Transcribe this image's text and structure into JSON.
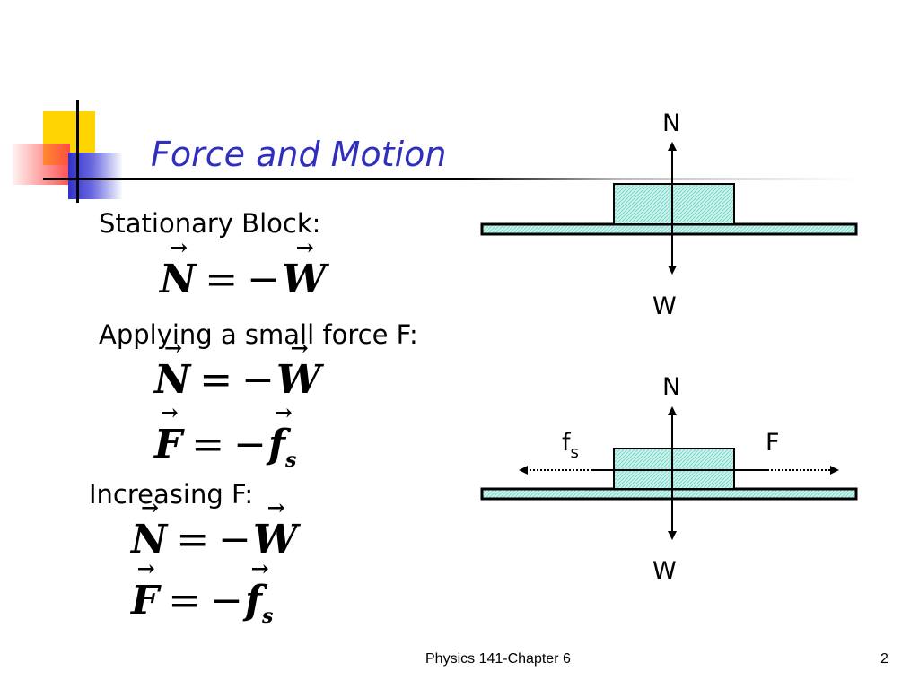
{
  "slide": {
    "title": "Force and Motion",
    "sections": [
      {
        "heading": "Stationary Block:",
        "equations": [
          {
            "lhs": "N",
            "op": "=",
            "neg": "−",
            "rhs": "W",
            "rhs_sub": ""
          }
        ]
      },
      {
        "heading": "Applying a small force F:",
        "equations": [
          {
            "lhs": "N",
            "op": "=",
            "neg": "−",
            "rhs": "W",
            "rhs_sub": ""
          },
          {
            "lhs": "F",
            "op": "=",
            "neg": "−",
            "rhs": "f",
            "rhs_sub": "s"
          }
        ]
      },
      {
        "heading": "Increasing F:",
        "equations": [
          {
            "lhs": "N",
            "op": "=",
            "neg": "−",
            "rhs": "W",
            "rhs_sub": ""
          },
          {
            "lhs": "F",
            "op": "=",
            "neg": "−",
            "rhs": "f",
            "rhs_sub": "s"
          }
        ]
      }
    ],
    "diagrams": {
      "top": {
        "normal_label": "N",
        "weight_label": "W"
      },
      "bottom": {
        "normal_label": "N",
        "weight_label": "W",
        "friction_label": "f",
        "friction_sub": "s",
        "applied_label": "F"
      }
    },
    "footer": {
      "course": "Physics 141-Chapter 6",
      "page_number": "2"
    },
    "colors": {
      "title": "#2f2fbf",
      "block_fill": "#bff0e8",
      "ornament_yellow": "#ffd400",
      "ornament_blue": "#3030c8",
      "ornament_red": "#ff4646"
    }
  }
}
